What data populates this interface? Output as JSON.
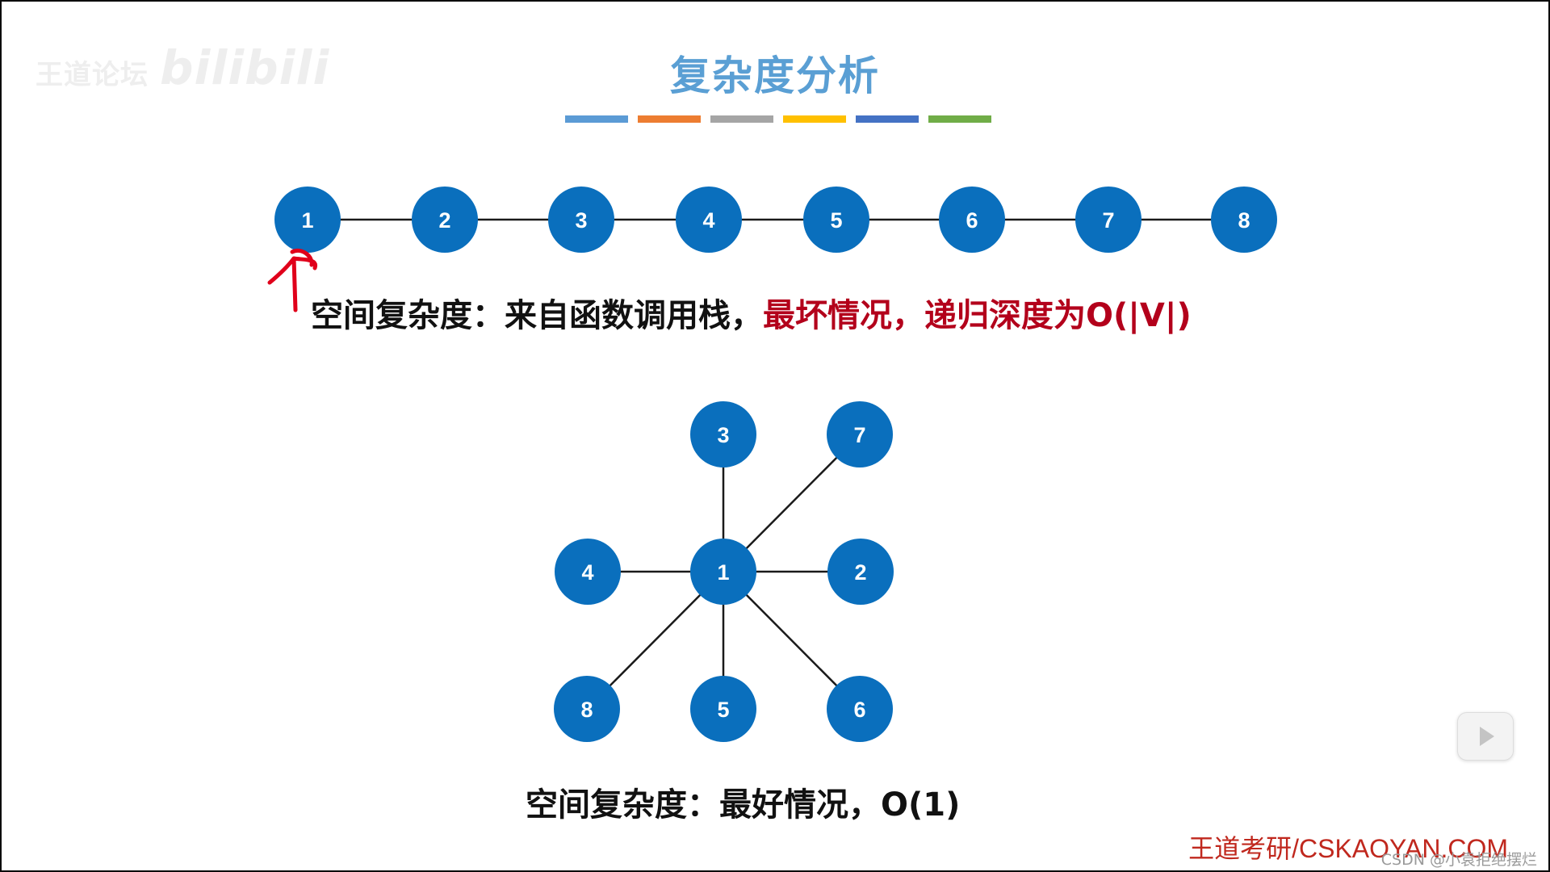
{
  "slide": {
    "title": "复杂度分析",
    "watermark": {
      "brand": "王道论坛",
      "bili": "bilibili"
    },
    "color_bar": [
      "#5b9bd5",
      "#ed7d31",
      "#a5a5a5",
      "#ffc000",
      "#4472c4",
      "#70ad47"
    ],
    "caption_worst": {
      "prefix": "空间复杂度：来自函数调用栈，",
      "highlight": "最坏情况，递归深度为O(|V|)"
    },
    "caption_best": "空间复杂度：最好情况，O(1)",
    "footer": "王道考研/CSKAOYAN.COM",
    "credit": "CSDN @小袁拒绝摆烂",
    "play_button_icon": "play-icon"
  },
  "colors": {
    "node": "#0a6fbd",
    "edge": "#1a1a1a",
    "title": "#5a9fd4",
    "highlight": "#b3001b",
    "annotation": "#e0001b"
  },
  "chain_graph": {
    "nodes": [
      "1",
      "2",
      "3",
      "4",
      "5",
      "6",
      "7",
      "8"
    ],
    "edges": [
      [
        "1",
        "2"
      ],
      [
        "2",
        "3"
      ],
      [
        "3",
        "4"
      ],
      [
        "4",
        "5"
      ],
      [
        "5",
        "6"
      ],
      [
        "6",
        "7"
      ],
      [
        "7",
        "8"
      ]
    ]
  },
  "star_graph": {
    "center": "1",
    "leaves": [
      "3",
      "7",
      "2",
      "6",
      "5",
      "8",
      "4"
    ],
    "edges": [
      [
        "1",
        "3"
      ],
      [
        "1",
        "7"
      ],
      [
        "1",
        "2"
      ],
      [
        "1",
        "6"
      ],
      [
        "1",
        "5"
      ],
      [
        "1",
        "8"
      ],
      [
        "1",
        "4"
      ]
    ]
  }
}
